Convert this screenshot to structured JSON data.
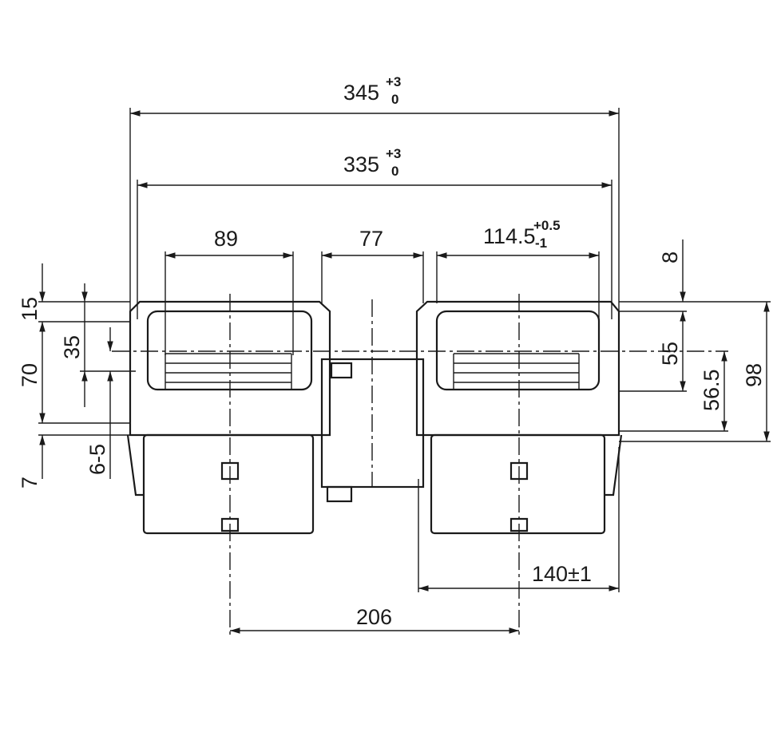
{
  "dimensions": {
    "overall_width": {
      "value": "345",
      "upper_tol": "+3",
      "lower_tol": "0"
    },
    "mount_width": {
      "value": "335",
      "upper_tol": "+3",
      "lower_tol": "0"
    },
    "left_outlet": "89",
    "center_motor": "77",
    "right_outlet": {
      "value": "114.5",
      "upper_tol": "+0.5",
      "lower_tol": "-1"
    },
    "top_offset": "8",
    "right_inner_height": "55",
    "center_to_bottom": "56.5",
    "overall_height": "98",
    "left_top": "15",
    "left_span": "70",
    "left_hole": "35",
    "left_small": "6-5",
    "left_bottom": "7",
    "wheel_spacing_right": "140±1",
    "shaft_spacing": "206"
  }
}
